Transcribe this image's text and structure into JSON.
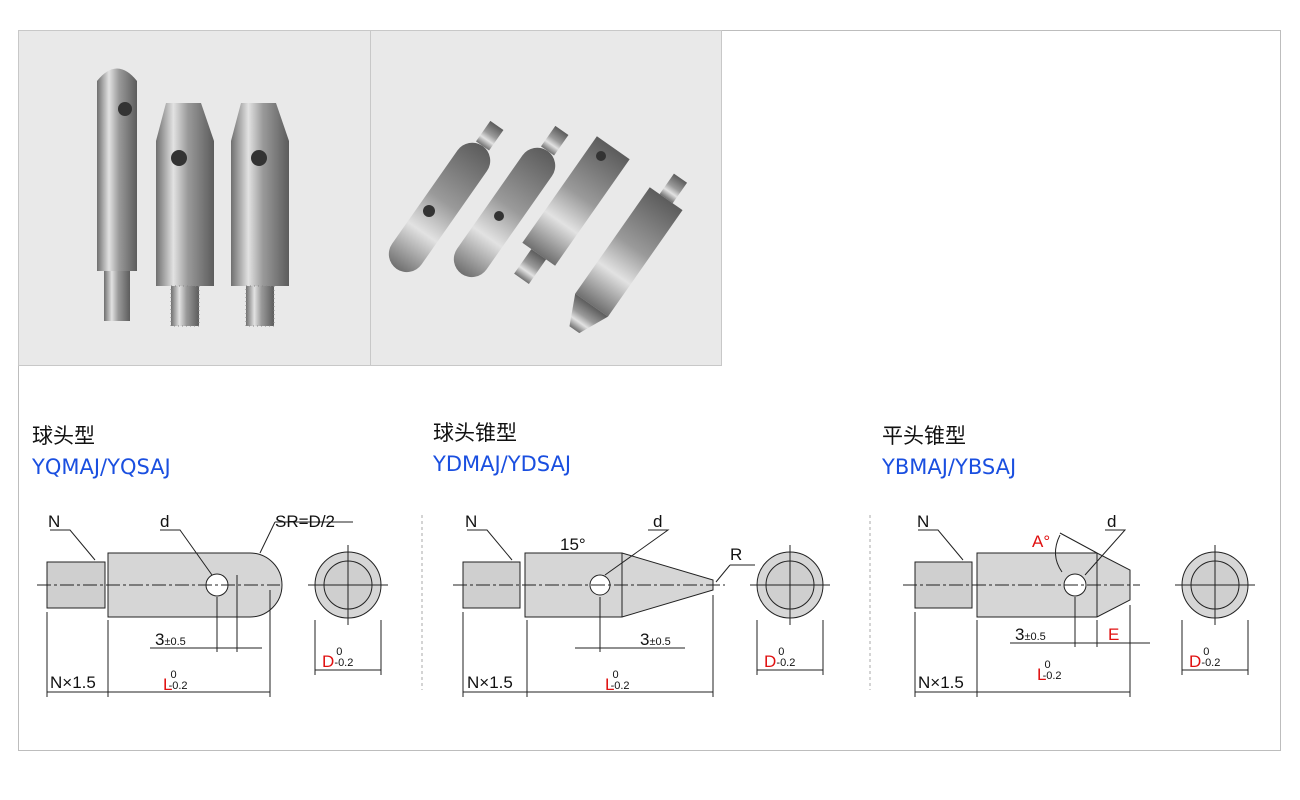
{
  "types": [
    {
      "name": "球头型",
      "code": "YQMAJ/YQSAJ",
      "labels": {
        "n": "N",
        "d": "d",
        "tip": "SR=D/2",
        "hole_offset": "3",
        "hole_tol": "±0.5",
        "thread_len": "N×1.5",
        "length": "L",
        "length_tol_top": "0",
        "length_tol_bot": "-0.2",
        "dia": "D",
        "dia_tol_top": "0",
        "dia_tol_bot": "-0.2"
      }
    },
    {
      "name": "球头锥型",
      "code": "YDMAJ/YDSAJ",
      "labels": {
        "n": "N",
        "d": "d",
        "angle": "15°",
        "tip": "R",
        "hole_offset": "3",
        "hole_tol": "±0.5",
        "thread_len": "N×1.5",
        "length": "L",
        "length_tol_top": "0",
        "length_tol_bot": "-0.2",
        "dia": "D",
        "dia_tol_top": "0",
        "dia_tol_bot": "-0.2"
      }
    },
    {
      "name": "平头锥型",
      "code": "YBMAJ/YBSAJ",
      "labels": {
        "n": "N",
        "d": "d",
        "angle": "A°",
        "tip": "E",
        "hole_offset": "3",
        "hole_tol": "±0.5",
        "thread_len": "N×1.5",
        "length": "L",
        "length_tol_top": "0",
        "length_tol_bot": "-0.2",
        "dia": "D",
        "dia_tol_top": "0",
        "dia_tol_bot": "-0.2"
      }
    }
  ],
  "colors": {
    "code": "#1a4fe0",
    "highlight": "#e01010"
  }
}
